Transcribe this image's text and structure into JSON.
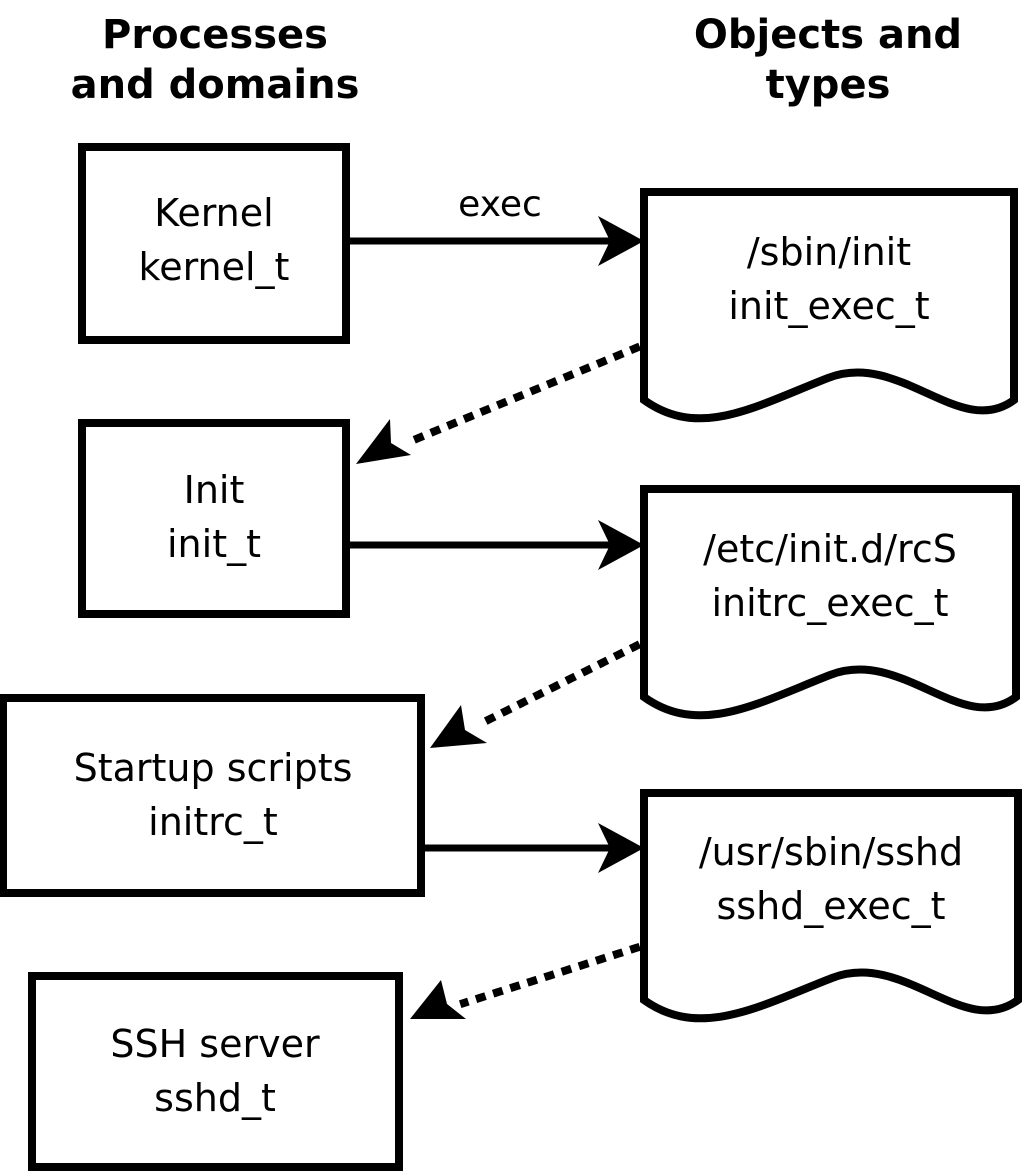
{
  "diagram": {
    "title_left": {
      "line1": "Processes",
      "line2": "and domains"
    },
    "title_right": {
      "line1": "Objects and",
      "line2": "types"
    },
    "process_nodes": [
      {
        "id": "kernel",
        "line1": "Kernel",
        "line2": "kernel_t"
      },
      {
        "id": "init",
        "line1": "Init",
        "line2": "init_t"
      },
      {
        "id": "initrc",
        "line1": "Startup scripts",
        "line2": "initrc_t"
      },
      {
        "id": "sshd",
        "line1": "SSH server",
        "line2": "sshd_t"
      }
    ],
    "object_nodes": [
      {
        "id": "init-exec",
        "line1": "/sbin/init",
        "line2": "init_exec_t"
      },
      {
        "id": "initrc-exec",
        "line1": "/etc/init.d/rcS",
        "line2": "initrc_exec_t"
      },
      {
        "id": "sshd-exec",
        "line1": "/usr/sbin/sshd",
        "line2": "sshd_exec_t"
      }
    ],
    "edges": [
      {
        "id": "kernel-exec-init",
        "label": "exec",
        "style": "solid",
        "from": "kernel",
        "to": "init-exec"
      },
      {
        "id": "init-exec-to-init",
        "label": "",
        "style": "dotted",
        "from": "init-exec",
        "to": "init"
      },
      {
        "id": "init-exec-initrc",
        "label": "",
        "style": "solid",
        "from": "init",
        "to": "initrc-exec"
      },
      {
        "id": "initrc-exec-to-initrc",
        "label": "",
        "style": "dotted",
        "from": "initrc-exec",
        "to": "initrc"
      },
      {
        "id": "initrc-exec-sshd",
        "label": "",
        "style": "solid",
        "from": "initrc",
        "to": "sshd-exec"
      },
      {
        "id": "sshd-exec-to-sshd",
        "label": "",
        "style": "dotted",
        "from": "sshd-exec",
        "to": "sshd"
      }
    ],
    "colors": {
      "stroke": "#000000",
      "fill": "#ffffff",
      "text": "#000000"
    }
  }
}
